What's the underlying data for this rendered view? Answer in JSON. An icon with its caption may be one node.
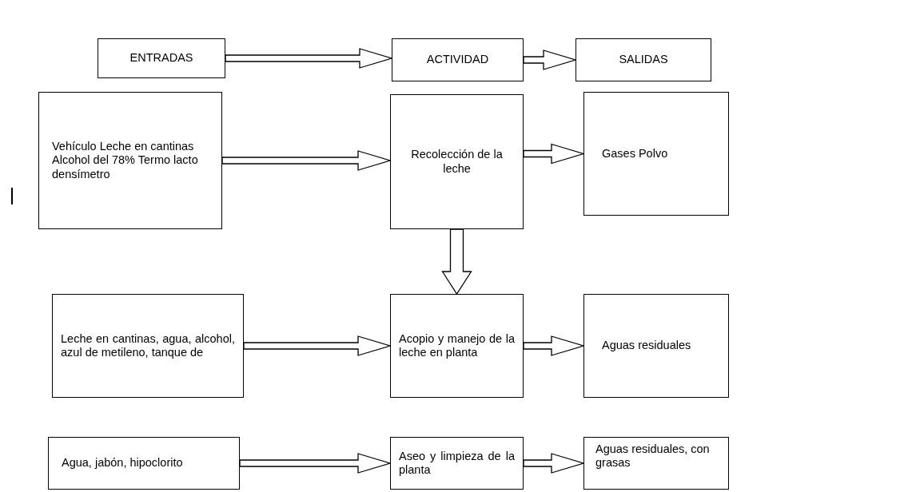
{
  "diagram": {
    "nodes": [
      {
        "text": [
          "ENTRADAS"
        ]
      },
      {
        "text": [
          "ACTIVIDAD"
        ]
      },
      {
        "text": [
          "SALIDAS"
        ]
      },
      {
        "text": [
          "Vehículo Leche en cantinas Alcohol del 78% Termo lacto densímetro"
        ]
      },
      {
        "text": [
          "Recolección de la leche"
        ]
      },
      {
        "text": [
          "Gases Polvo"
        ]
      },
      {
        "text": [
          "Leche en cantinas, agua, alcohol, azul de metileno, tanque de"
        ]
      },
      {
        "text": [
          "Acopio y manejo de la leche en planta"
        ]
      },
      {
        "text": [
          "Aguas residuales"
        ]
      },
      {
        "text": [
          "Agua, jabón, hipoclorito"
        ]
      },
      {
        "text": [
          "Aseo y limpieza de la planta"
        ]
      },
      {
        "text": [
          "Aguas residuales, con grasas"
        ]
      }
    ],
    "edges": [
      {
        "from": 0,
        "to": 1,
        "arrow": "to"
      },
      {
        "from": 1,
        "to": 2,
        "arrow": "to"
      },
      {
        "from": 3,
        "to": 4,
        "arrow": "to"
      },
      {
        "from": 4,
        "to": 5,
        "arrow": "to"
      },
      {
        "from": 4,
        "to": 7,
        "arrow": "to"
      },
      {
        "from": 6,
        "to": 7,
        "arrow": "to"
      },
      {
        "from": 7,
        "to": 8,
        "arrow": "to"
      },
      {
        "from": 9,
        "to": 10,
        "arrow": "to"
      },
      {
        "from": 10,
        "to": 11,
        "arrow": "to"
      }
    ]
  }
}
